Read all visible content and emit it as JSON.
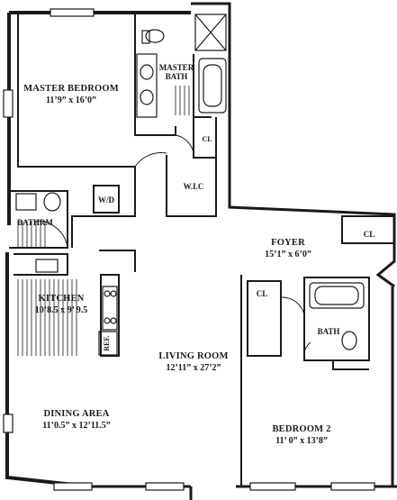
{
  "rooms": {
    "master_bedroom": {
      "name": "MASTER BEDROOM",
      "dims": "11’9” x 16’0”"
    },
    "master_bath": {
      "line1": "MASTER",
      "line2": "BATH"
    },
    "wic": {
      "name": "W.I.C"
    },
    "wd": {
      "name": "W/D"
    },
    "cl_master": {
      "name": "CL"
    },
    "bathroom": {
      "name": "BATHRM"
    },
    "kitchen": {
      "name": "KITCHEN",
      "dims": "10’8.5 x 9’ 9.5"
    },
    "ref": {
      "name": "REF."
    },
    "foyer": {
      "name": "FOYER",
      "dims": "15’1” x 6’0”"
    },
    "cl_foyer": {
      "name": "CL"
    },
    "cl_bed2": {
      "name": "CL"
    },
    "bath2": {
      "name": "BATH"
    },
    "living_room": {
      "name": "LIVING ROOM",
      "dims": "12’11” x 27’2”"
    },
    "dining_area": {
      "name": "DINING AREA",
      "dims": "11’0.5” x 12’11.5”"
    },
    "bedroom2": {
      "name": "BEDROOM 2",
      "dims": "11’ 0” x 13’8”"
    }
  },
  "colors": {
    "wall": "#1a1a1a",
    "background": "#ffffff"
  }
}
